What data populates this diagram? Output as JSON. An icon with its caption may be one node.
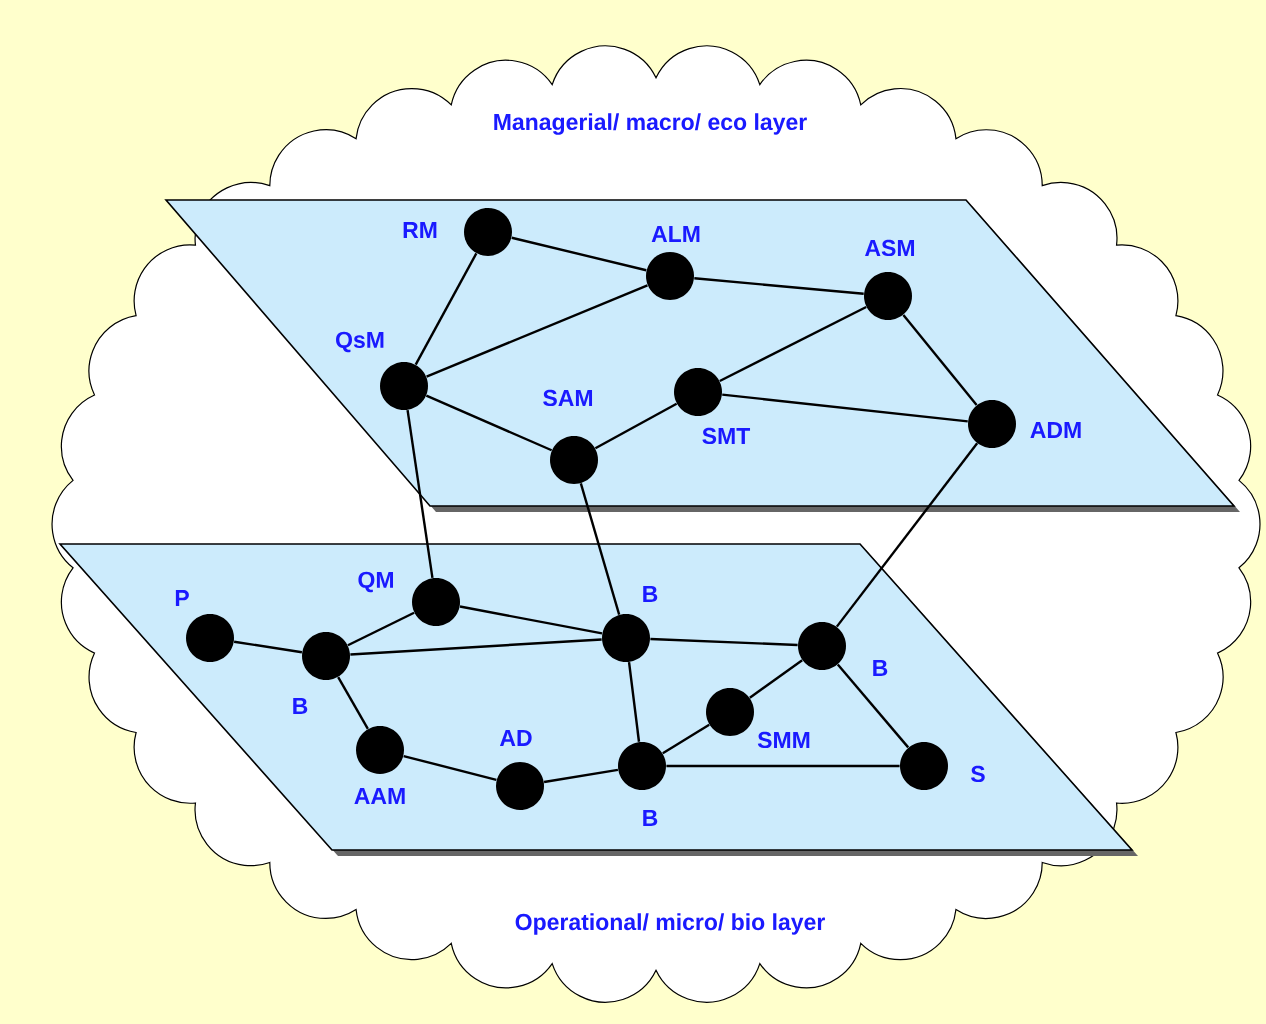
{
  "diagram": {
    "nodes": [
      {
        "text": [
          "Managerial/ macro/ eco layer"
        ]
      },
      {
        "text": [],
        "shape": "circle",
        "beside": [
          "RM"
        ],
        "in": 0
      },
      {
        "text": [],
        "shape": "circle",
        "beside": [
          "ALM"
        ],
        "in": 0
      },
      {
        "text": [],
        "shape": "circle",
        "beside": [
          "ASM"
        ],
        "in": 0
      },
      {
        "text": [],
        "shape": "circle",
        "beside": [
          "QsM"
        ],
        "in": 0
      },
      {
        "text": [],
        "shape": "circle",
        "beside": [
          "SAM"
        ],
        "in": 0
      },
      {
        "text": [],
        "shape": "circle",
        "beside": [
          "SMT"
        ],
        "in": 0
      },
      {
        "text": [],
        "shape": "circle",
        "beside": [
          "ADM"
        ],
        "in": 0
      },
      {
        "text": [
          "Operational/ micro/ bio layer"
        ]
      },
      {
        "text": [],
        "shape": "circle",
        "beside": [
          "P"
        ],
        "in": 8
      },
      {
        "text": [],
        "shape": "circle",
        "beside": [
          "B"
        ],
        "in": 8
      },
      {
        "text": [],
        "shape": "circle",
        "beside": [
          "QM"
        ],
        "in": 8
      },
      {
        "text": [],
        "shape": "circle",
        "beside": [
          "B"
        ],
        "in": 8
      },
      {
        "text": [],
        "shape": "circle",
        "beside": [
          "B"
        ],
        "in": 8
      },
      {
        "text": [],
        "shape": "circle",
        "beside": [
          "SMM"
        ],
        "in": 8
      },
      {
        "text": [],
        "shape": "circle",
        "beside": [
          "AAM"
        ],
        "in": 8
      },
      {
        "text": [],
        "shape": "circle",
        "beside": [
          "AD"
        ],
        "in": 8
      },
      {
        "text": [],
        "shape": "circle",
        "beside": [
          "B"
        ],
        "in": 8
      },
      {
        "text": [],
        "shape": "circle",
        "beside": [
          "S"
        ],
        "in": 8
      }
    ],
    "edges": [
      {
        "from": 1,
        "to": 2,
        "arrow": "none"
      },
      {
        "from": 1,
        "to": 4,
        "arrow": "none"
      },
      {
        "from": 2,
        "to": 4,
        "arrow": "none"
      },
      {
        "from": 2,
        "to": 3,
        "arrow": "none"
      },
      {
        "from": 3,
        "to": 6,
        "arrow": "none"
      },
      {
        "from": 3,
        "to": 7,
        "arrow": "none"
      },
      {
        "from": 4,
        "to": 5,
        "arrow": "none"
      },
      {
        "from": 5,
        "to": 6,
        "arrow": "none"
      },
      {
        "from": 6,
        "to": 7,
        "arrow": "none"
      },
      {
        "from": 4,
        "to": 11,
        "arrow": "none"
      },
      {
        "from": 5,
        "to": 12,
        "arrow": "none"
      },
      {
        "from": 7,
        "to": 13,
        "arrow": "none"
      },
      {
        "from": 9,
        "to": 10,
        "arrow": "none"
      },
      {
        "from": 10,
        "to": 11,
        "arrow": "none"
      },
      {
        "from": 10,
        "to": 12,
        "arrow": "none"
      },
      {
        "from": 11,
        "to": 12,
        "arrow": "none"
      },
      {
        "from": 12,
        "to": 13,
        "arrow": "none"
      },
      {
        "from": 12,
        "to": 17,
        "arrow": "none"
      },
      {
        "from": 10,
        "to": 15,
        "arrow": "none"
      },
      {
        "from": 15,
        "to": 16,
        "arrow": "none"
      },
      {
        "from": 16,
        "to": 17,
        "arrow": "none"
      },
      {
        "from": 17,
        "to": 14,
        "arrow": "none"
      },
      {
        "from": 14,
        "to": 13,
        "arrow": "none"
      },
      {
        "from": 13,
        "to": 18,
        "arrow": "none"
      },
      {
        "from": 17,
        "to": 18,
        "arrow": "none"
      }
    ]
  }
}
